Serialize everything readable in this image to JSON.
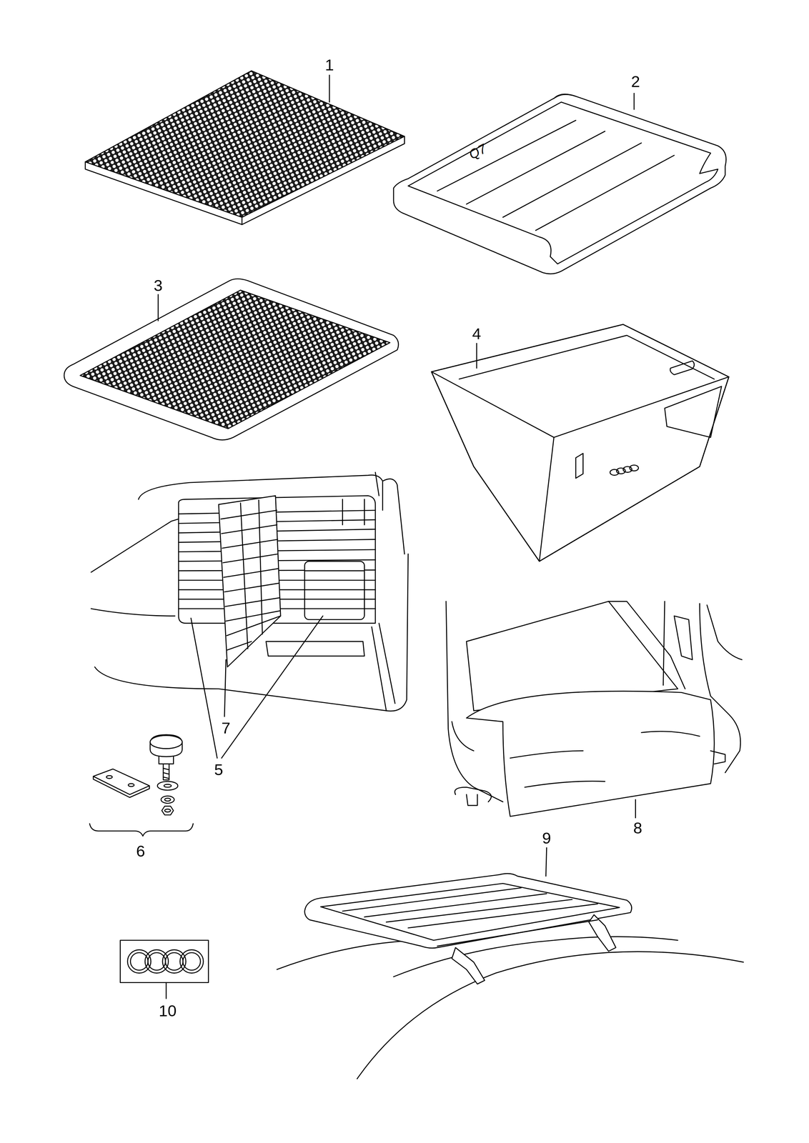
{
  "diagram": {
    "labels": [
      "1",
      "2",
      "Q7",
      "3",
      "4",
      "7",
      "5",
      "6",
      "8",
      "9",
      "10"
    ]
  }
}
